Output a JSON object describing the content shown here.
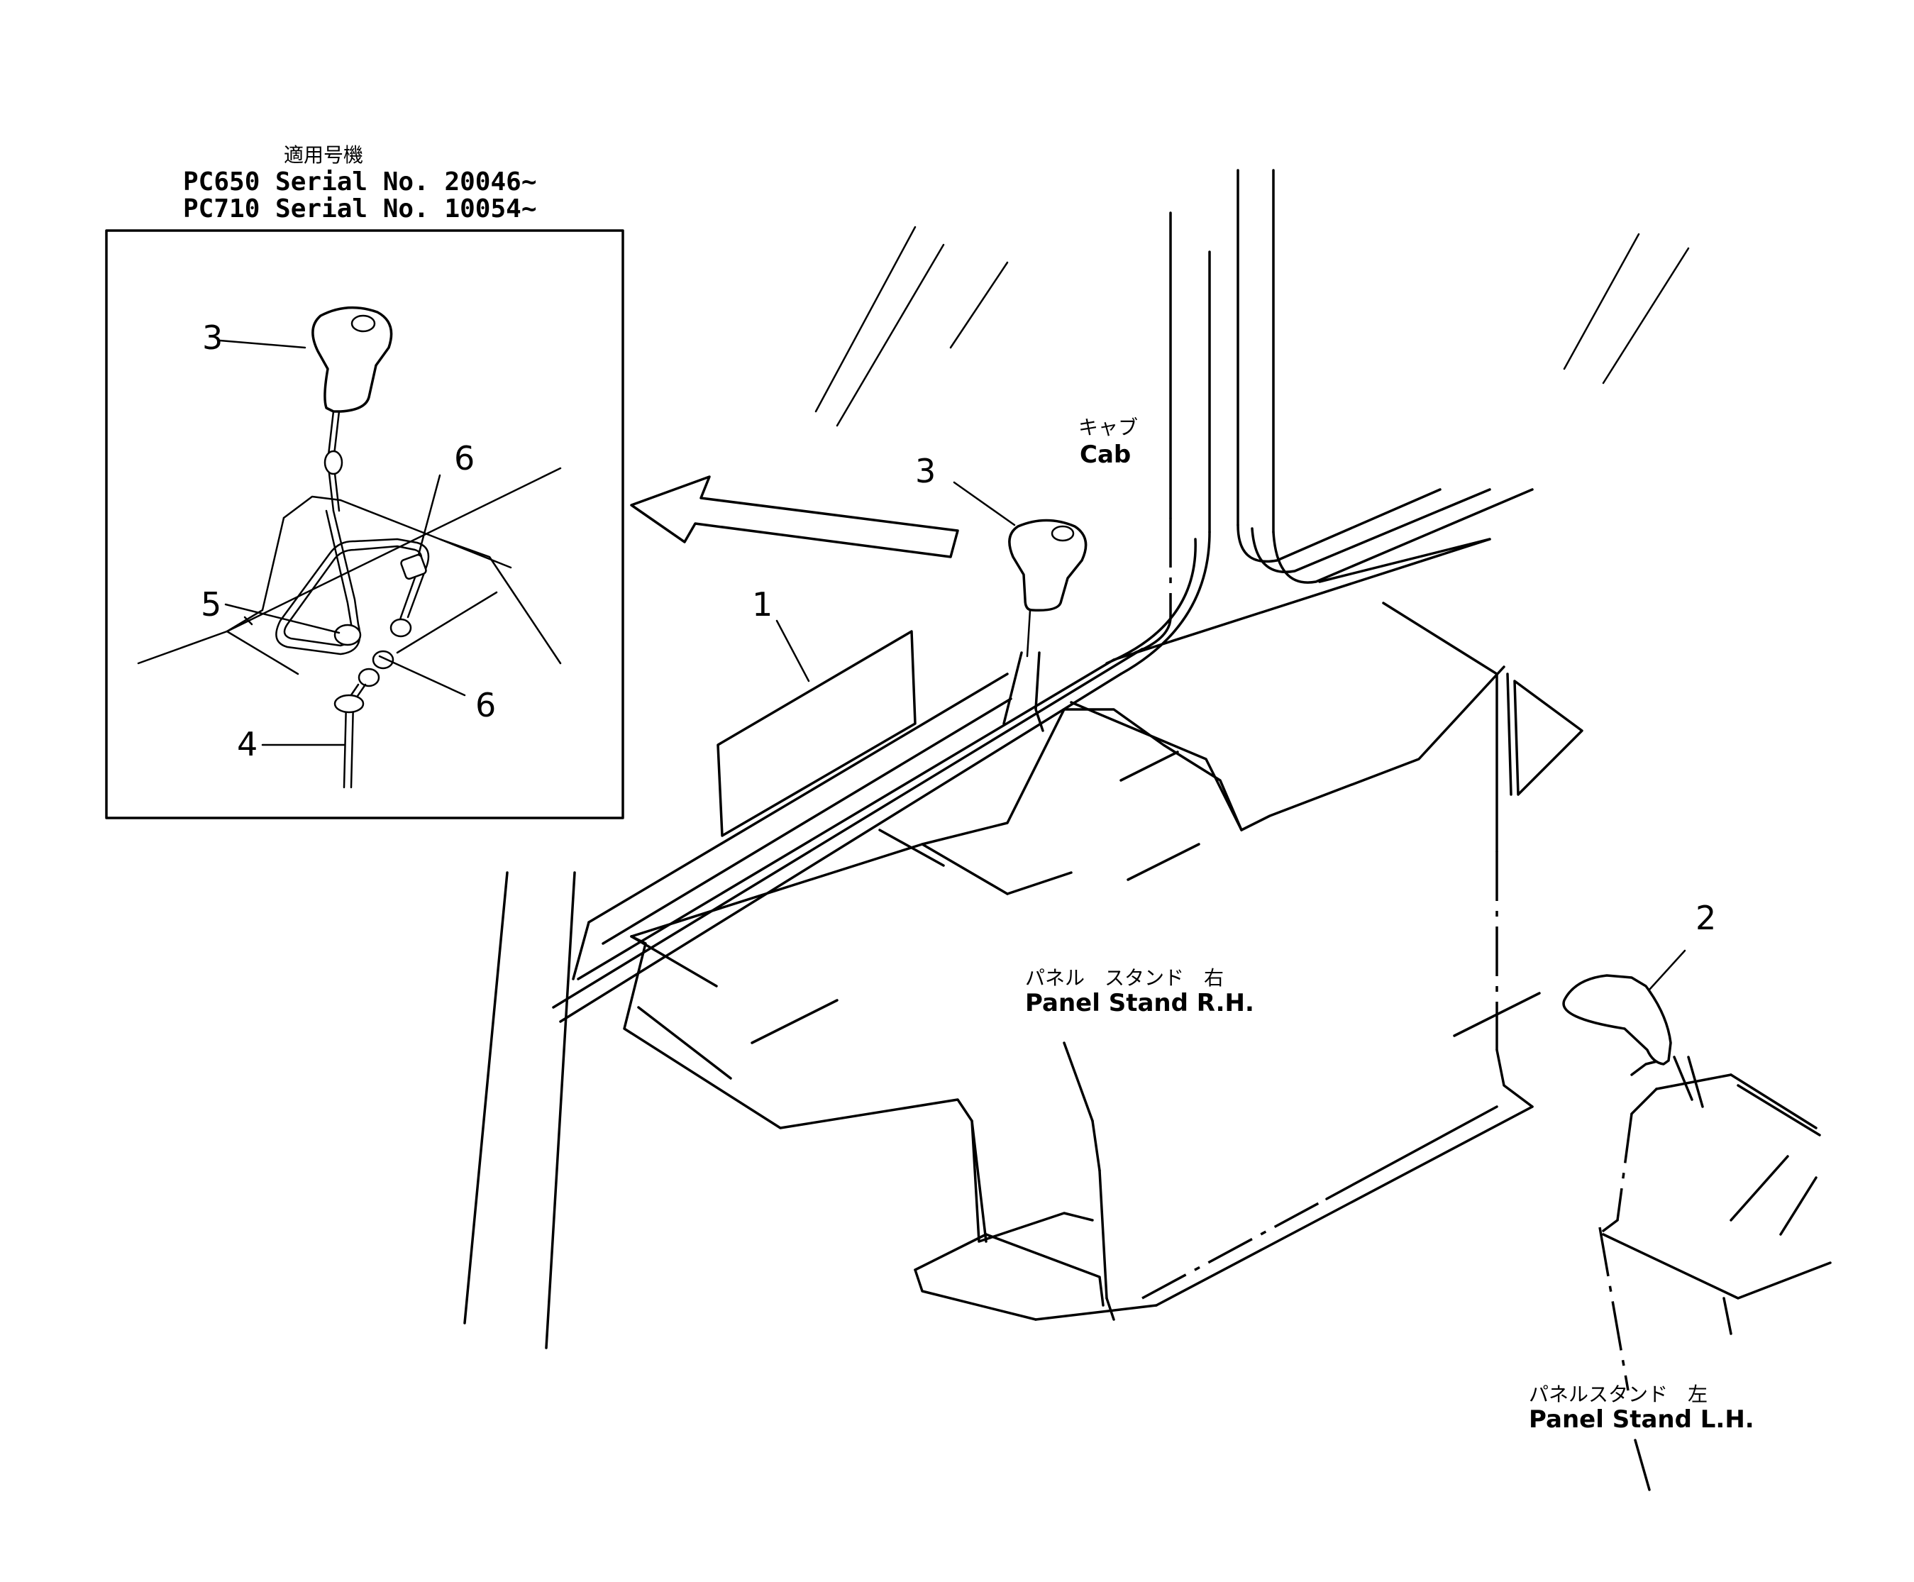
{
  "applicability": {
    "heading": "適用号機",
    "line1": "PC650  Serial  No.  20046~",
    "line2": "PC710  Serial  No.  10054~"
  },
  "labels": {
    "cab_jp": "キャブ",
    "cab_en": "Cab",
    "panel_rh_jp": "パネル　スタンド　右",
    "panel_rh_en": "Panel  Stand  R.H.",
    "panel_lh_jp": "パネルスタンド　左",
    "panel_lh_en": "Panel  Stand  L.H."
  },
  "callouts": {
    "inset_3": "3",
    "inset_4": "4",
    "inset_5": "5",
    "inset_6a": "6",
    "inset_6b": "6",
    "main_1": "1",
    "main_2": "2",
    "main_3": "3"
  }
}
